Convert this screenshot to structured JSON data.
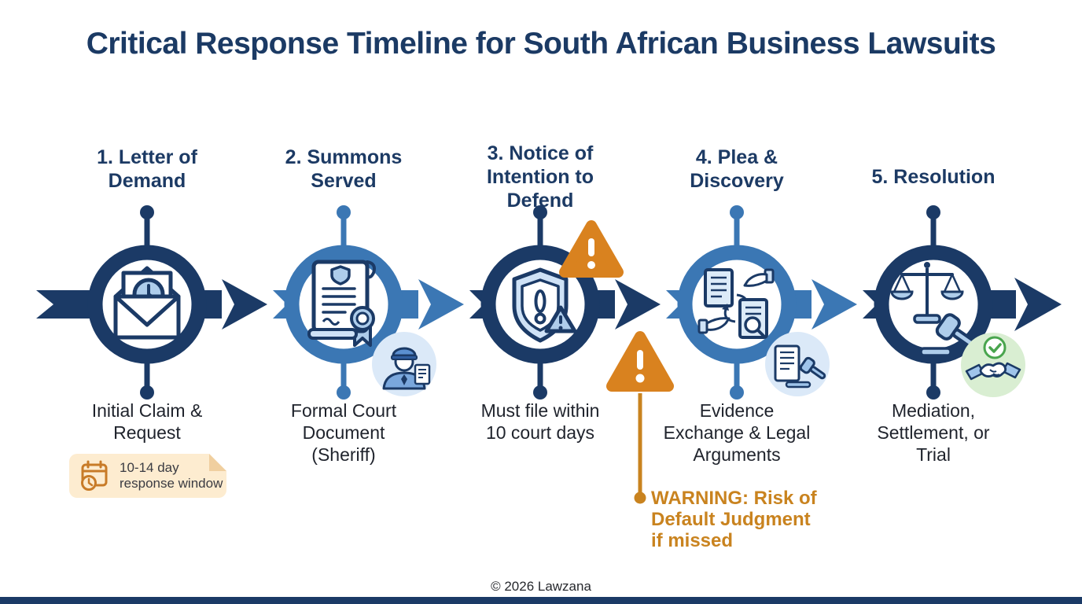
{
  "title": "Critical Response Timeline for South African Business Lawsuits",
  "footer": "© 2026 Lawzana",
  "stages": [
    {
      "title": "1. Letter of\nDemand",
      "caption": "Initial Claim &\nRequest",
      "badge": "10-14 day\nresponse window",
      "icon": "envelope-clock-icon"
    },
    {
      "title": "2. Summons\nServed",
      "caption": "Formal Court\nDocument\n(Sheriff)",
      "icon": "court-document-seal-icon",
      "satellite_icon": "sheriff-officer-icon"
    },
    {
      "title": "3. Notice of\nIntention to\nDefend",
      "caption": "Must file within\n10 court days",
      "icon": "shield-alert-icon"
    },
    {
      "title": "4. Plea &\nDiscovery",
      "caption": "Evidence\nExchange & Legal\nArguments",
      "icon": "document-exchange-icon",
      "satellite_icon": "document-gavel-icon"
    },
    {
      "title": "5. Resolution",
      "caption": "Mediation,\nSettlement, or\nTrial",
      "icon": "scales-gavel-icon",
      "satellite_icon": "handshake-check-icon"
    }
  ],
  "warning": {
    "text": "WARNING: Risk of\nDefault Judgment\nif missed"
  },
  "colors": {
    "navy": "#1b3a66",
    "blue": "#3b77b4",
    "icon_fill": "#aecdeb",
    "satellite_blue_bg": "#dbe9f8",
    "satellite_green_bg": "#d9eed2",
    "green": "#49a54e",
    "warning_orange": "#d9821f",
    "warning_text": "#c9831f",
    "badge_bg": "#fdecd0",
    "title_navy": "#1b3a64",
    "caption_dark": "#1f232c"
  }
}
